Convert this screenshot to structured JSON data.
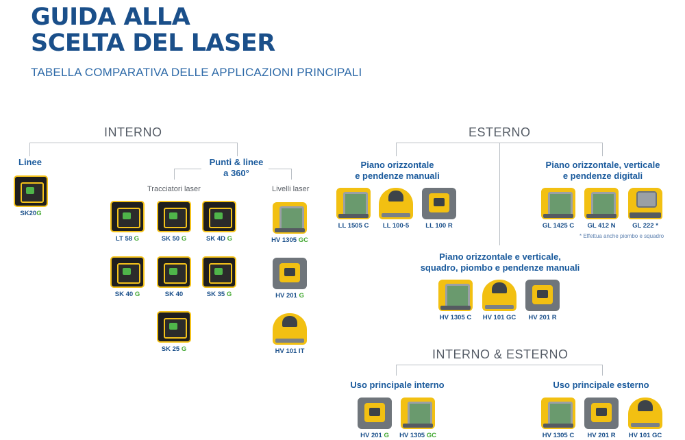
{
  "header": {
    "title_line1": "GUIDA ALLA",
    "title_line2": "SCELTA DEL LASER",
    "subtitle": "TABELLA COMPARATIVA DELLE APPLICAZIONI PRINCIPALI"
  },
  "interno": {
    "title": "INTERNO",
    "linee": {
      "title": "Linee",
      "products": [
        {
          "name": "SK20",
          "suffix": "G"
        }
      ]
    },
    "punti": {
      "title_line1": "Punti & linee",
      "title_line2": "a 360°",
      "tracciatori": {
        "label": "Tracciatori laser",
        "products": [
          {
            "name": "LT 58 ",
            "suffix": "G"
          },
          {
            "name": "SK 50 ",
            "suffix": "G"
          },
          {
            "name": "SK 4D ",
            "suffix": "G"
          },
          {
            "name": "SK 40 ",
            "suffix": "G"
          },
          {
            "name": "SK 40",
            "suffix": ""
          },
          {
            "name": "SK 35 ",
            "suffix": "G"
          },
          {
            "name": "SK 25 ",
            "suffix": "G"
          }
        ]
      },
      "livelli": {
        "label": "Livelli laser",
        "products": [
          {
            "name": "HV 1305 ",
            "suffix": "GC"
          },
          {
            "name": "HV 201 ",
            "suffix": "G"
          },
          {
            "name": "HV 101 IT",
            "suffix": ""
          }
        ]
      }
    }
  },
  "esterno": {
    "title": "ESTERNO",
    "manuali": {
      "title_line1": "Piano orizzontale",
      "title_line2": "e pendenze manuali",
      "products": [
        {
          "name": "LL 1505 C",
          "suffix": ""
        },
        {
          "name": "LL 100-5",
          "suffix": ""
        },
        {
          "name": "LL 100 R",
          "suffix": ""
        }
      ]
    },
    "digitali": {
      "title_line1": "Piano orizzontale, verticale",
      "title_line2": "e pendenze digitali",
      "products": [
        {
          "name": "GL 1425 C",
          "suffix": ""
        },
        {
          "name": "GL 412 N",
          "suffix": ""
        },
        {
          "name": "GL 222 *",
          "suffix": ""
        }
      ],
      "note": "* Effettua anche piombo e squadro"
    },
    "verticale": {
      "title_line1": "Piano orizzontale e verticale,",
      "title_line2": "squadro, piombo e pendenze manuali",
      "products": [
        {
          "name": "HV 1305 C",
          "suffix": ""
        },
        {
          "name": "HV 101 GC",
          "suffix": ""
        },
        {
          "name": "HV 201 R",
          "suffix": ""
        }
      ]
    }
  },
  "interno_esterno": {
    "title": "INTERNO & ESTERNO",
    "interno": {
      "title": "Uso principale interno",
      "products": [
        {
          "name": "HV 201 ",
          "suffix": "G"
        },
        {
          "name": "HV 1305 ",
          "suffix": "GC"
        }
      ]
    },
    "esterno": {
      "title": "Uso principale esterno",
      "products": [
        {
          "name": "HV 1305 C",
          "suffix": ""
        },
        {
          "name": "HV 201 R",
          "suffix": ""
        },
        {
          "name": "HV 101 GC",
          "suffix": ""
        }
      ]
    }
  },
  "colors": {
    "brand_blue": "#1a4f8a",
    "green_suffix": "#43a832",
    "device_yellow": "#f2c012"
  }
}
